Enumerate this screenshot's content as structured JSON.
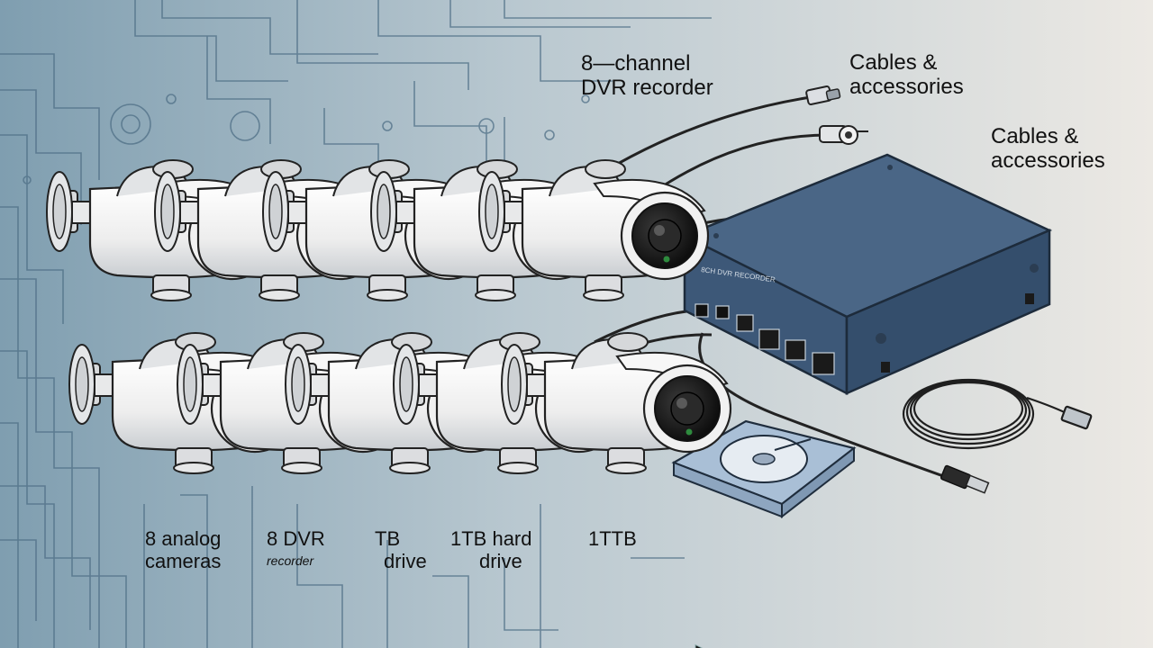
{
  "labels": {
    "dvr_recorder_title": {
      "line1": "8—channel",
      "line2": "DVR recorder"
    },
    "cables_top": {
      "line1": "Cables &",
      "line2": "accessories"
    },
    "cables_right": {
      "line1": "Cables &",
      "line2": "accessories"
    },
    "analog_cameras": {
      "line1": "8 analog",
      "line2": "cameras"
    },
    "dvr_bottom": {
      "line1": "8 DVR",
      "line2": "recorder"
    },
    "tb_drive": {
      "line1": "TB",
      "line2": "drive"
    },
    "hard_drive": {
      "line1": "1TB hard",
      "line2": "drive"
    },
    "one_tb": {
      "line1": "1TTB"
    }
  },
  "device": {
    "faceplate_text": "8CH DVR RECORDER"
  },
  "colors": {
    "background_left": "#7f9eb0",
    "background_right": "#ece9e4",
    "dvr_body": "#3d5878",
    "dvr_top": "#4a6686",
    "camera_body": "#f4f4f4",
    "camera_lens": "#1c1c1c",
    "hdd": "#a9bfd6",
    "cable": "#222222",
    "circuit_lines": "#4f6f86"
  }
}
